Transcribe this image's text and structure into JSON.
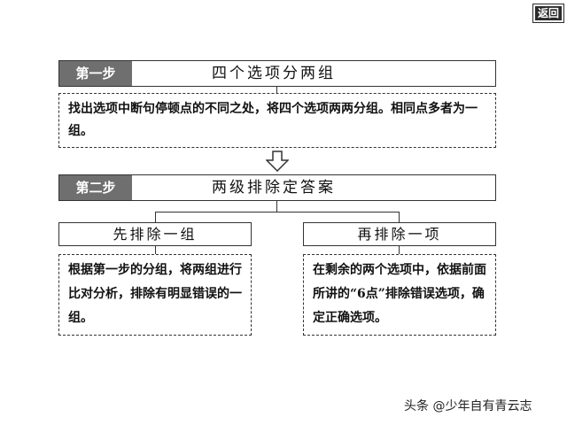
{
  "return_button": {
    "label": "返回"
  },
  "step1": {
    "label": "第一步",
    "title": "四个选项分两组",
    "detail": "找出选项中断句停顿点的不同之处，将四个选项两两分组。相同点多者为一组。"
  },
  "step2": {
    "label": "第二步",
    "title": "两级排除定答案",
    "left": {
      "title": "先排除一组",
      "detail": "根据第一步的分组，将两组进行比对分析，排除有明显错误的一组。"
    },
    "right": {
      "title": "再排除一项",
      "detail": "在剩余的两个选项中，依据前面所讲的“6点”排除错误选项，确定正确选项。"
    }
  },
  "watermark": "头条 @少年自有青云志",
  "colors": {
    "label_bg": "#6f6f6f",
    "border": "#333333"
  }
}
